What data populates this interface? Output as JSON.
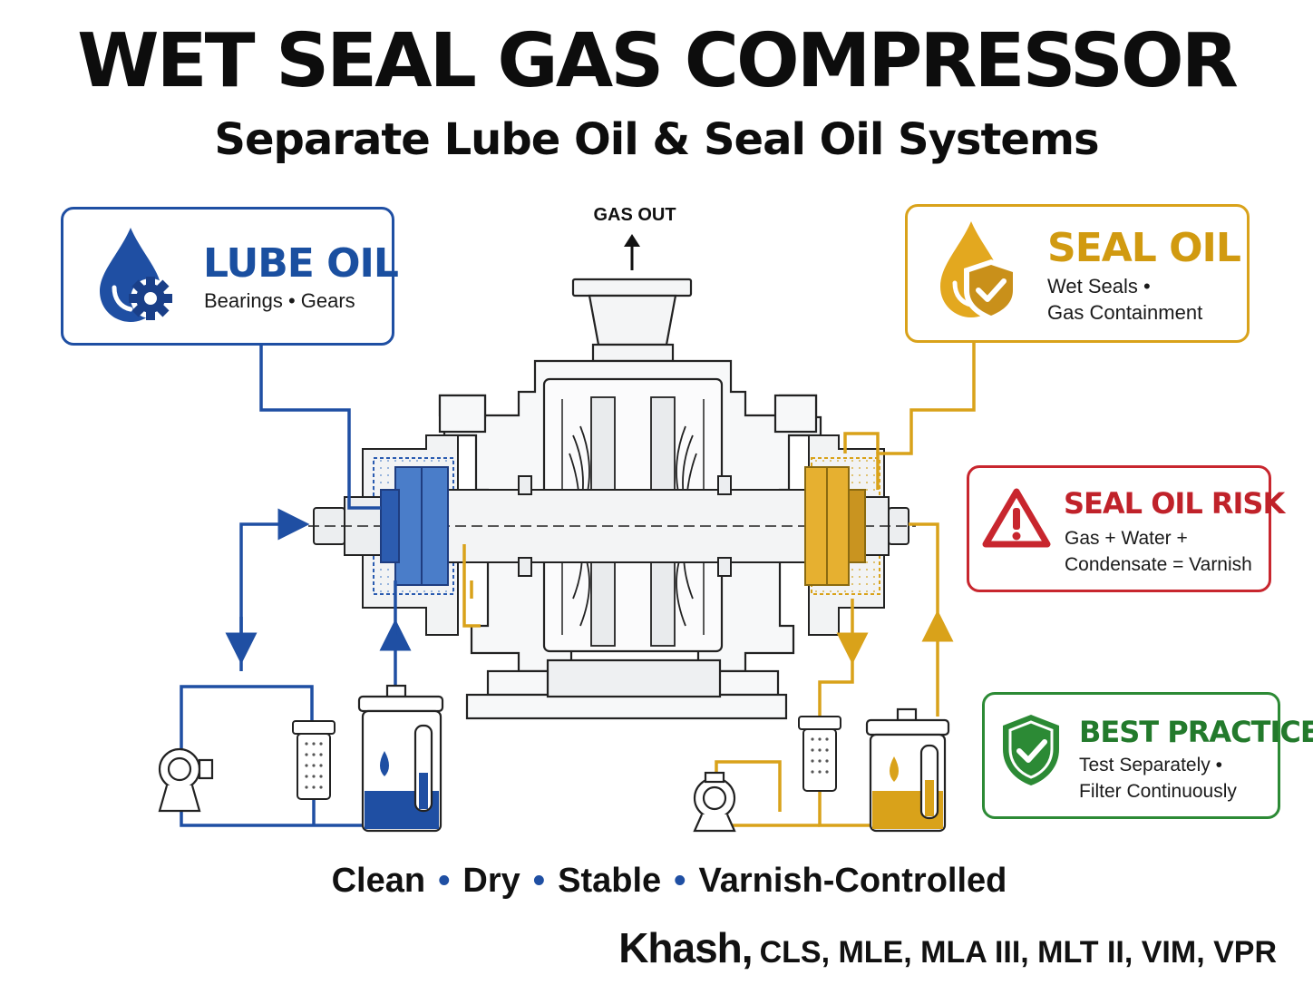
{
  "title": "WET SEAL GAS COMPRESSOR",
  "subtitle": "Separate Lube Oil & Seal Oil Systems",
  "gas_out_label": "GAS OUT",
  "lube_oil": {
    "heading": "LUBE OIL",
    "description": "Bearings • Gears",
    "icon": "oil-drop-gear-icon",
    "color": "#1f4fa3"
  },
  "seal_oil": {
    "heading": "SEAL OIL",
    "description_line1": "Wet Seals •",
    "description_line2": "Gas Containment",
    "icon": "oil-drop-shield-icon",
    "color": "#d9a21a"
  },
  "seal_oil_risk": {
    "heading": "SEAL OIL RISK",
    "description_line1": "Gas + Water +",
    "description_line2": "Condensate = Varnish",
    "icon": "warning-triangle-icon",
    "color": "#c8262e"
  },
  "best_practice": {
    "heading": "BEST PRACTICE",
    "description_line1": "Test Separately •",
    "description_line2": "Filter Continuously",
    "icon": "shield-check-icon",
    "color": "#2c8a35"
  },
  "tagline": {
    "items": [
      "Clean",
      "Dry",
      "Stable",
      "Varnish-Controlled"
    ],
    "separator": "•"
  },
  "signature": {
    "name": "Khash,",
    "credentials": "CLS, MLE, MLA III, MLT II, VIM, VPR"
  }
}
